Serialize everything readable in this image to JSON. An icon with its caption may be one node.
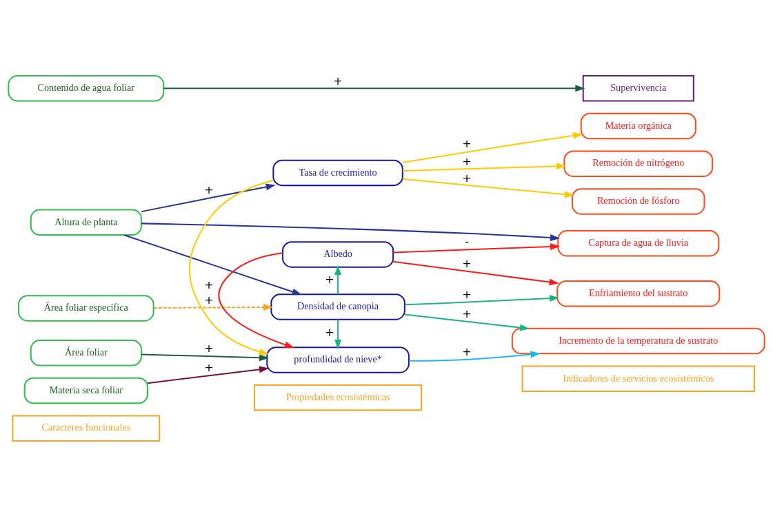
{
  "diagram": {
    "nodes": [
      {
        "text": [
          "Caracteres funcionales"
        ]
      },
      {
        "text": [
          "Propiedades ecosistémicas"
        ]
      },
      {
        "text": [
          "Indicadores de servicios ecosistémicos"
        ]
      },
      {
        "text": [
          "Altura de planta"
        ]
      },
      {
        "text": [
          "Área foliar específica"
        ]
      },
      {
        "text": [
          "Área foliar"
        ]
      },
      {
        "text": [
          "Materia seca foliar"
        ]
      },
      {
        "text": [
          "Contenido de agua foliar"
        ]
      },
      {
        "text": [
          "Tasa de crecimiento"
        ]
      },
      {
        "text": [
          "Densidad de canopia"
        ]
      },
      {
        "text": [
          "profundidad de nieve*"
        ]
      },
      {
        "text": [
          "Albedo"
        ]
      },
      {
        "text": [
          "Captura de agua de lluvia"
        ]
      },
      {
        "text": [
          "Materia orgánica"
        ]
      },
      {
        "text": [
          "Remoción de nitrógeno"
        ]
      },
      {
        "text": [
          "Remoción de fósforo"
        ]
      },
      {
        "text": [
          "Enfriamiento del sustrato"
        ]
      },
      {
        "text": [
          "Incremento de la temperatura de sustrato"
        ]
      },
      {
        "text": [
          "Supervivencia"
        ]
      }
    ],
    "edges": [
      {
        "from": 3,
        "to": 12,
        "arrow": "to",
        "color": "#283593"
      },
      {
        "from": 3,
        "to": 8,
        "arrow": "to",
        "label": "+",
        "color": "#283593"
      },
      {
        "from": 3,
        "to": 9,
        "arrow": "to",
        "color": "#283593"
      },
      {
        "from": 4,
        "to": 9,
        "arrow": "to",
        "label": "+",
        "style": "dashed",
        "color": "#f5a623"
      },
      {
        "from": 5,
        "to": 10,
        "arrow": "to",
        "label": "+",
        "color": "#1b5e4a"
      },
      {
        "from": 6,
        "to": 10,
        "arrow": "to",
        "label": "+",
        "color": "#7b1040"
      },
      {
        "from": 7,
        "to": 18,
        "arrow": "to",
        "label": "+",
        "color": "#1b5e4a"
      },
      {
        "from": 8,
        "to": 13,
        "arrow": "to",
        "label": "+",
        "color": "#ffcc00"
      },
      {
        "from": 8,
        "to": 14,
        "arrow": "to",
        "label": "+",
        "color": "#ffcc00"
      },
      {
        "from": 8,
        "to": 15,
        "arrow": "to",
        "label": "+",
        "color": "#ffcc00"
      },
      {
        "from": 8,
        "to": 10,
        "arrow": "to",
        "color": "#ffcc00"
      },
      {
        "from": 9,
        "to": 10,
        "arrow": "to",
        "label": "+",
        "color": "#1db387"
      },
      {
        "from": 9,
        "to": 11,
        "arrow": "to",
        "label": "+",
        "color": "#1db387"
      },
      {
        "from": 9,
        "to": 16,
        "arrow": "to",
        "label": "+",
        "color": "#1db387"
      },
      {
        "from": 9,
        "to": 17,
        "arrow": "to",
        "label": "+",
        "color": "#1db387"
      },
      {
        "from": 10,
        "to": 17,
        "arrow": "to",
        "label": "+",
        "color": "#1eb8f0"
      },
      {
        "from": 11,
        "to": 10,
        "arrow": "to",
        "label": "+",
        "color": "#ff1a1a"
      },
      {
        "from": 11,
        "to": 16,
        "arrow": "to",
        "label": "+",
        "color": "#ff1a1a"
      },
      {
        "from": 11,
        "to": 12,
        "arrow": "to",
        "label": "-",
        "color": "#ff1a1a"
      }
    ]
  }
}
